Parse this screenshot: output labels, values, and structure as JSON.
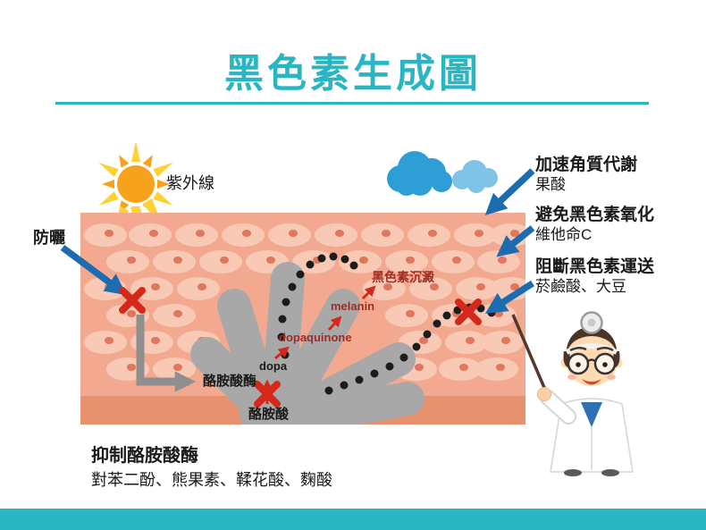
{
  "title": "黑色素生成圖",
  "uv_label": "紫外線",
  "annotations": {
    "sunscreen": "防曬",
    "accelerate_title": "加速角質代謝",
    "accelerate_sub": "果酸",
    "antioxidant_title": "避免黑色素氧化",
    "antioxidant_sub": "維他命C",
    "block_transport_title": "阻斷黑色素運送",
    "block_transport_sub": "菸鹼酸、大豆",
    "inhibit_title": "抑制酪胺酸酶",
    "inhibit_sub": "對苯二酚、熊果素、鞣花酸、麴酸"
  },
  "pathway": {
    "tyrosinase": "酪胺酸酶",
    "tyrosine": "酪胺酸",
    "dopa": "dopa",
    "dopaquinone": "dopaquinone",
    "melanin": "melanin",
    "deposit": "黑色素沉澱"
  },
  "colors": {
    "accent": "#2ab5c3",
    "skin_base": "#f2a98f",
    "skin_dark": "#e8916f",
    "cell": "#f8c9b4",
    "blue_arrow": "#1b6cb0",
    "red_block": "#d6281a",
    "dark_red_text": "#9e2b25",
    "gray": "#8f8f8f",
    "sun_orange": "#f6a21d",
    "cloud_blue": "#2f9ed6"
  }
}
